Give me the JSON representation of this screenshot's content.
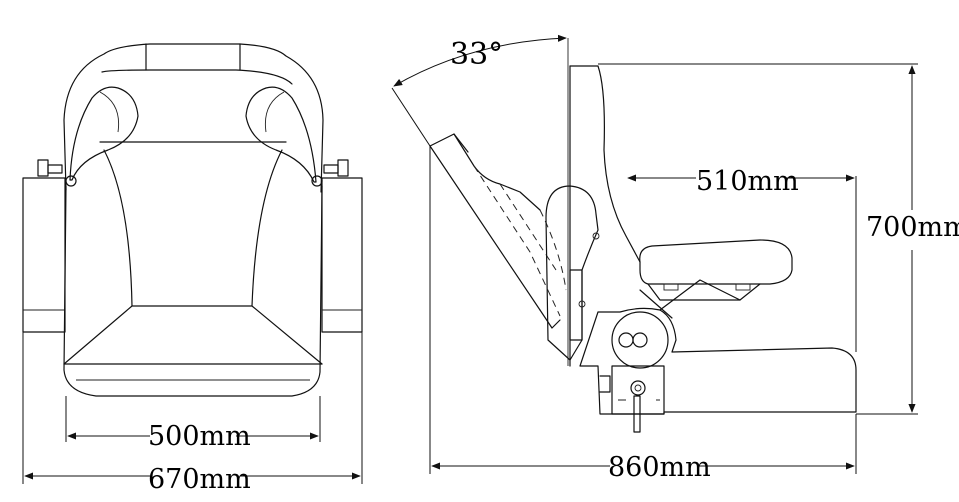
{
  "dimensions": {
    "front_inner_width": "500mm",
    "front_outer_width": "670mm",
    "side_seat_depth": "510mm",
    "side_height": "700mm",
    "side_total_depth": "860mm",
    "recline_angle": "33°"
  },
  "colors": {
    "line": "#111111",
    "background": "#ffffff"
  }
}
